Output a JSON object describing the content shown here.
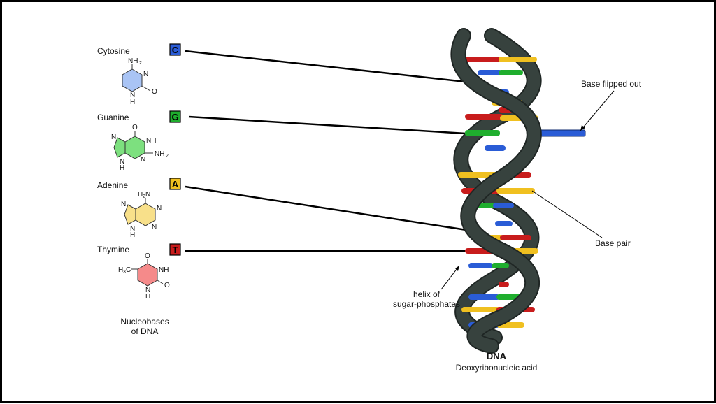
{
  "nucleobases": [
    {
      "name": "Cytosine",
      "letter": "C",
      "color": "#2a5cd6",
      "ring_color": "#a9c4f5"
    },
    {
      "name": "Guanine",
      "letter": "G",
      "color": "#1fae2e",
      "ring_color": "#7de07f"
    },
    {
      "name": "Adenine",
      "letter": "A",
      "color": "#f0c020",
      "ring_color": "#f8e08a"
    },
    {
      "name": "Thymine",
      "letter": "T",
      "color": "#c81c1c",
      "ring_color": "#f58a8a"
    }
  ],
  "atoms": {
    "cytosine": {
      "nh2": "NH",
      "nh2_sub": "2",
      "n": "N",
      "nh": "N",
      "h": "H",
      "o": "O"
    },
    "guanine": {
      "o": "O",
      "nh": "NH",
      "n1": "N",
      "n2": "N",
      "nh2": "NH",
      "nh2_sub": "2",
      "n3": "N",
      "h": "H"
    },
    "adenine": {
      "h2n": "H",
      "h2n_sub": "2",
      "h2n_n": "N",
      "n1": "N",
      "n2": "N",
      "n3": "N",
      "n4": "N",
      "h": "H"
    },
    "thymine": {
      "h3c": "H",
      "h3c_sub": "3",
      "h3c_c": "C",
      "o1": "O",
      "nh": "NH",
      "n": "N",
      "h": "H",
      "o2": "O"
    }
  },
  "caption": {
    "line1": "Nucleobases",
    "line2": "of DNA"
  },
  "dna": {
    "title": "DNA",
    "subtitle": "Deoxyribonucleic acid"
  },
  "annotations": {
    "base_flipped": "Base flipped out",
    "base_pair": "Base pair",
    "helix_line1": "helix of",
    "helix_line2": "sugar-phosphates"
  },
  "colors": {
    "backbone": "#37423e",
    "backbone_edge": "#1f2624",
    "cytosine": "#2a5cd6",
    "guanine": "#1fae2e",
    "adenine": "#f0c020",
    "thymine": "#c81c1c"
  }
}
